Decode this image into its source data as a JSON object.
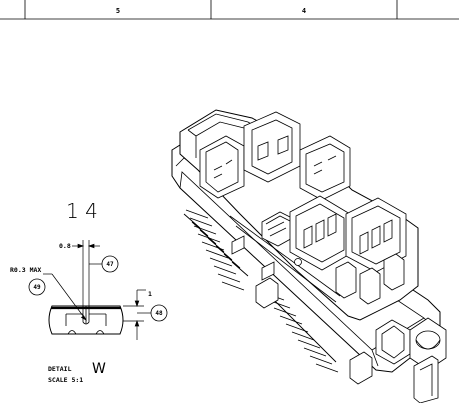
{
  "zones": {
    "left": "5",
    "right": "4"
  },
  "view_number": "1 4",
  "dimensions": {
    "width": "0.8",
    "radius": "R0.3 MAX",
    "height": "1"
  },
  "balloons": {
    "a": "47",
    "b": "49",
    "c": "48"
  },
  "detail": {
    "label": "DETAIL",
    "letter": "W",
    "scale": "SCALE 5:1"
  }
}
